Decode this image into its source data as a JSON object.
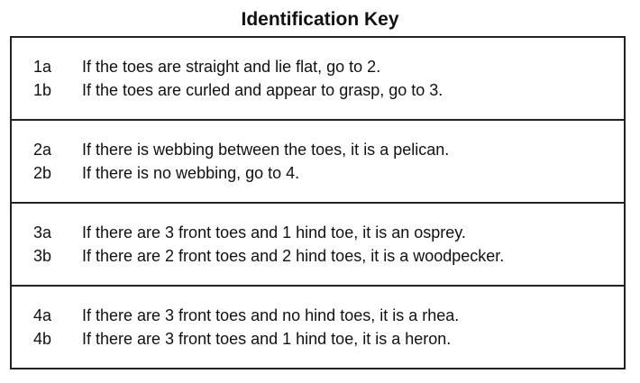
{
  "title": "Identification Key",
  "couplets": [
    {
      "leads": [
        {
          "num": "1a",
          "text": "If the toes are straight and lie flat, go to 2."
        },
        {
          "num": "1b",
          "text": "If the toes are curled and appear to grasp, go to 3."
        }
      ]
    },
    {
      "leads": [
        {
          "num": "2a",
          "text": "If there is webbing between the toes, it is a pelican."
        },
        {
          "num": "2b",
          "text": "If there is no webbing, go to 4."
        }
      ]
    },
    {
      "leads": [
        {
          "num": "3a",
          "text": "If there are 3 front toes and 1 hind toe, it is an osprey."
        },
        {
          "num": "3b",
          "text": "If there are 2 front toes and 2 hind toes, it is a woodpecker."
        }
      ]
    },
    {
      "leads": [
        {
          "num": "4a",
          "text": "If there are 3 front toes and no hind toes, it is a rhea."
        },
        {
          "num": "4b",
          "text": "If there are 3 front toes and 1 hind toe, it is a heron."
        }
      ]
    }
  ]
}
